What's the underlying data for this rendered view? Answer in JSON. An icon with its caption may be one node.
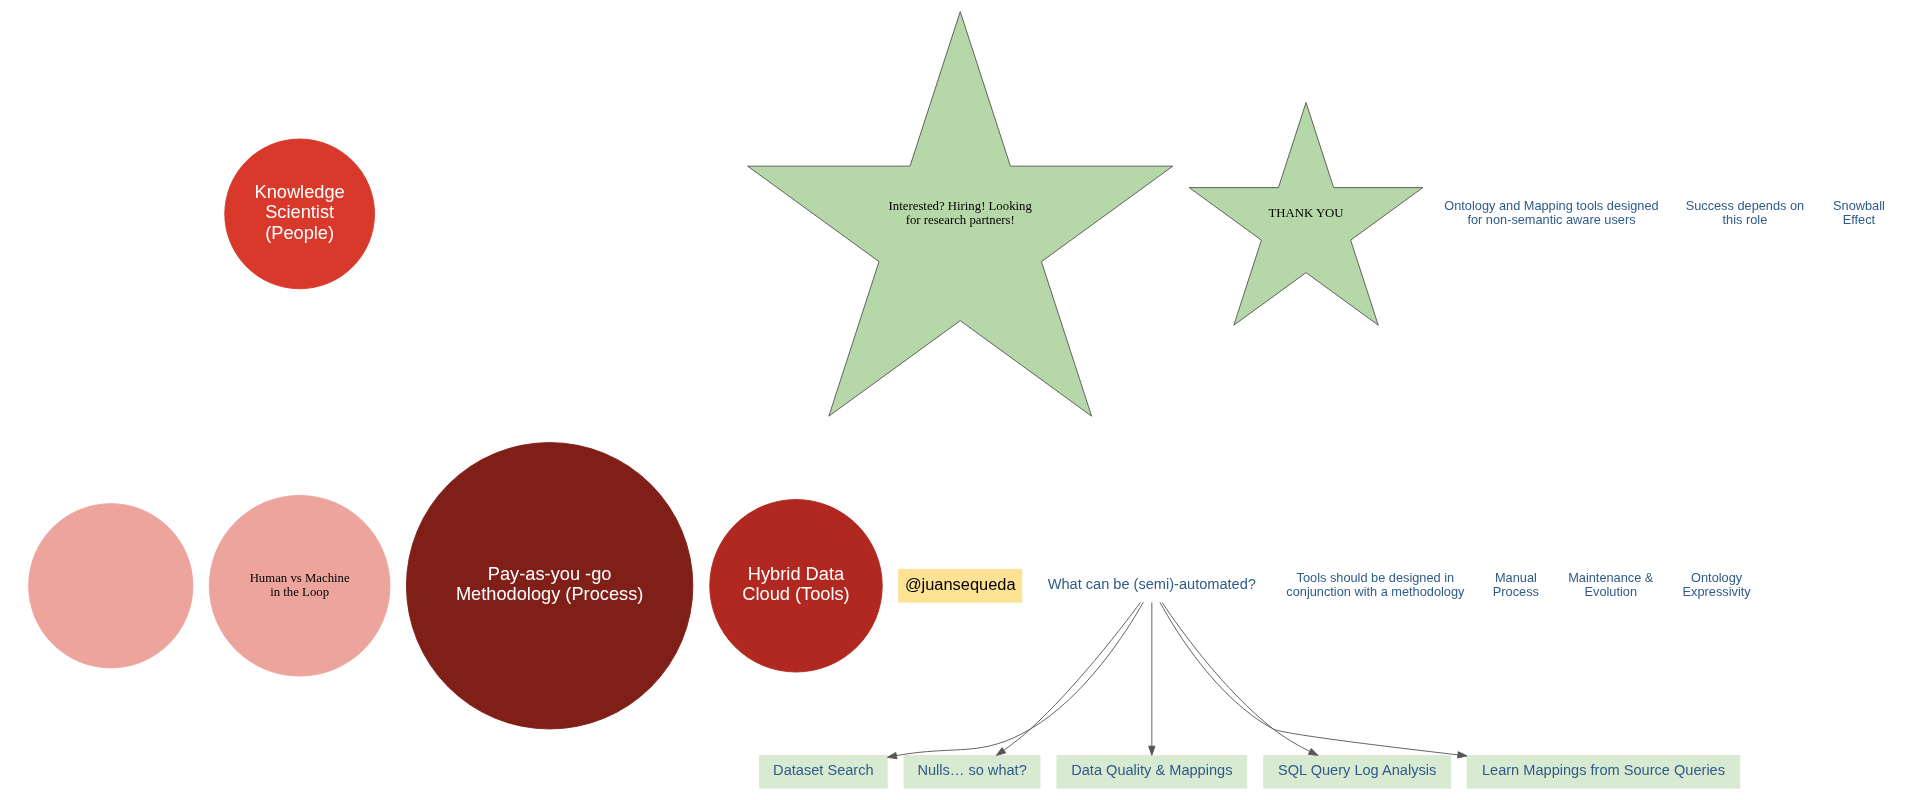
{
  "diagram": {
    "nodes": [
      {
        "text": [],
        "shape": "circle"
      },
      {
        "text": [
          "Knowledge Scientist (People)"
        ]
      },
      {
        "text": [
          "Pay-as-you -go Methodology (Process)"
        ]
      },
      {
        "text": [
          "Hybrid Data Cloud (Tools)"
        ]
      },
      {
        "text": [
          "Human vs Machine in the Loop"
        ]
      },
      {
        "text": [
          "Interested? Hiring! Looking for research partners!"
        ]
      },
      {
        "text": [
          "THANK YOU"
        ]
      },
      {
        "text": [
          "@juansequeda"
        ]
      },
      {
        "text": [
          "What can be (semi)-automated?"
        ]
      },
      {
        "text": [
          "Dataset Search"
        ]
      },
      {
        "text": [
          "Nulls… so what?"
        ]
      },
      {
        "text": [
          "Data Quality & Mappings"
        ]
      },
      {
        "text": [
          "SQL Query Log Analysis"
        ]
      },
      {
        "text": [
          "Learn Mappings from Source Queries"
        ]
      }
    ],
    "edges": [
      {
        "from": 8,
        "to": 9,
        "arrow": "to"
      },
      {
        "from": 8,
        "to": 10,
        "arrow": "to"
      },
      {
        "from": 8,
        "to": 11,
        "arrow": "to"
      },
      {
        "from": 8,
        "to": 12,
        "arrow": "to"
      },
      {
        "from": 8,
        "to": 13,
        "arrow": "to"
      }
    ],
    "labels": [
      "Ontology and Mapping tools designed for non-semantic aware users",
      "Success depends on this role",
      "Snowball Effect",
      "Tools should be designed in conjunction with a methodology",
      "Manual Process",
      "Maintenance & Evolution",
      "Ontology Expressivity"
    ]
  }
}
